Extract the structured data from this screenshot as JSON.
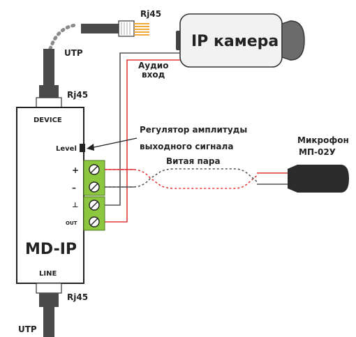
{
  "labels": {
    "rj45_top": "Rj45",
    "ip_camera": "IP камера",
    "utp_top": "UTP",
    "audio_in_line1": "Аудио",
    "audio_in_line2": "вход",
    "rj45_device": "Rj45",
    "device": "DEVICE",
    "level": "Level",
    "regulator_line1": "Регулятор амплитуды",
    "regulator_line2": "выходного сигнала",
    "twisted_pair": "Витая пара",
    "microphone_line1": "Микрофон",
    "microphone_line2": "МП-02У",
    "terminal_plus": "+",
    "terminal_minus": "–",
    "terminal_ground": "⊥",
    "terminal_out": "OUT",
    "device_name": "MD-IP",
    "line": "LINE",
    "rj45_line": "Rj45",
    "utp_bottom": "UTP"
  },
  "colors": {
    "cable": "#4a4a4a",
    "terminal_block": "#8dc63f",
    "signal_red": "#e23a3a",
    "wire_gray": "#555555",
    "jack_gold": "#f2a93b",
    "camera_body": "#f2f2f2",
    "mic_body": "#2b2b2b"
  },
  "icons": {
    "terminal_screw": "screw-icon",
    "ground": "ground-icon",
    "arrow": "arrow-icon"
  }
}
